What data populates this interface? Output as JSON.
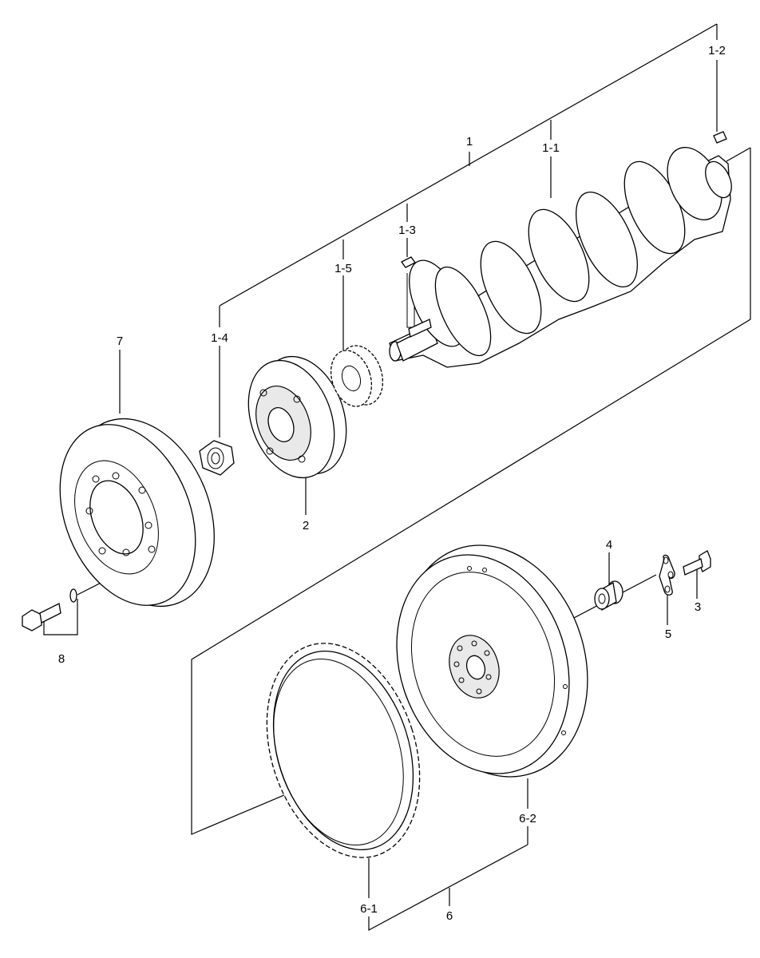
{
  "labels": {
    "l1": "1",
    "l1_1": "1-1",
    "l1_2": "1-2",
    "l1_3": "1-3",
    "l1_4": "1-4",
    "l1_5": "1-5",
    "l2": "2",
    "l3": "3",
    "l4": "4",
    "l5": "5",
    "l6": "6",
    "l6_1": "6-1",
    "l6_2": "6-2",
    "l7": "7",
    "l8": "8"
  }
}
